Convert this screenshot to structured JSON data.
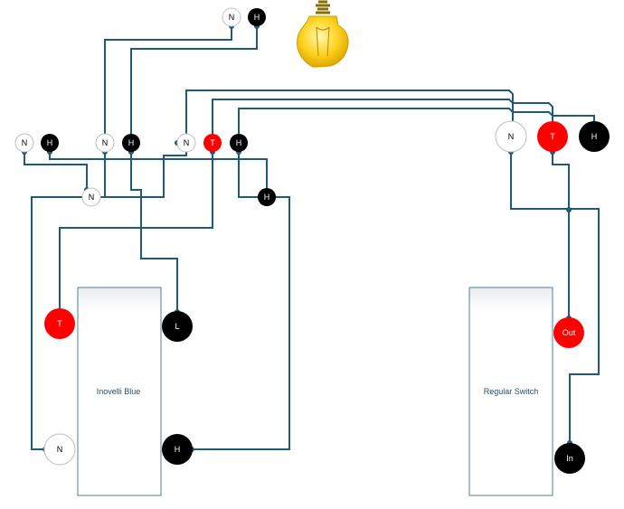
{
  "colors": {
    "wire": "#1f5a78",
    "neutral_fill": "#ffffff",
    "hot_fill": "#000000",
    "traveler_fill": "#ff0000",
    "device_border": "#4f7f99"
  },
  "icons": {
    "bulb": "light-bulb-icon"
  },
  "devices": {
    "inovelli": {
      "label": "Inovelli Blue"
    },
    "regular": {
      "label": "Regular Switch"
    }
  },
  "terminals": {
    "bulb_n": "N",
    "bulb_h": "H",
    "box1_n": "N",
    "box1_h": "H",
    "box2_n": "N",
    "box2_h": "H",
    "box2_n2": "N",
    "box2_t": "T",
    "box2_h2": "H",
    "box3_n": "N",
    "box3_t": "T",
    "box3_h": "H",
    "splice_n": "N",
    "splice_h": "H",
    "inov_t": "T",
    "inov_l": "L",
    "inov_n": "N",
    "inov_h": "H",
    "reg_out": "Out",
    "reg_in": "In"
  }
}
